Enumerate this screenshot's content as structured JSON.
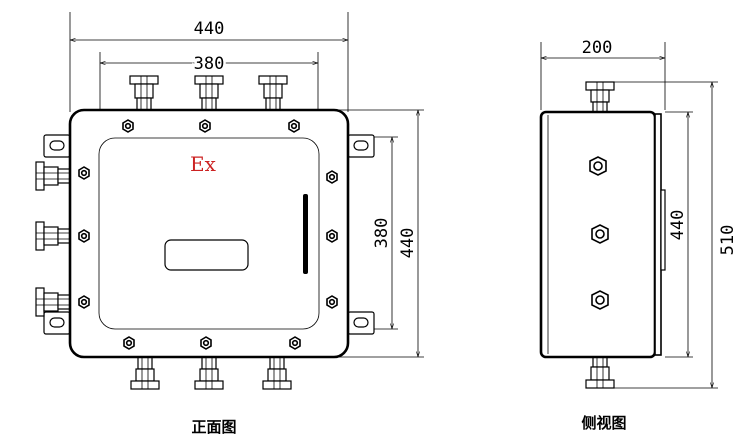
{
  "front_view": {
    "caption": "正面图",
    "marking": "Ex",
    "dims": {
      "width_outer": "440",
      "width_inner": "380",
      "height_inner": "380",
      "height_outer": "440"
    }
  },
  "side_view": {
    "caption": "侧视图",
    "dims": {
      "depth": "200",
      "height_body": "440",
      "height_total": "510"
    }
  },
  "colors": {
    "line": "#000000",
    "ex_marking": "#cc2222",
    "background": "#ffffff"
  }
}
